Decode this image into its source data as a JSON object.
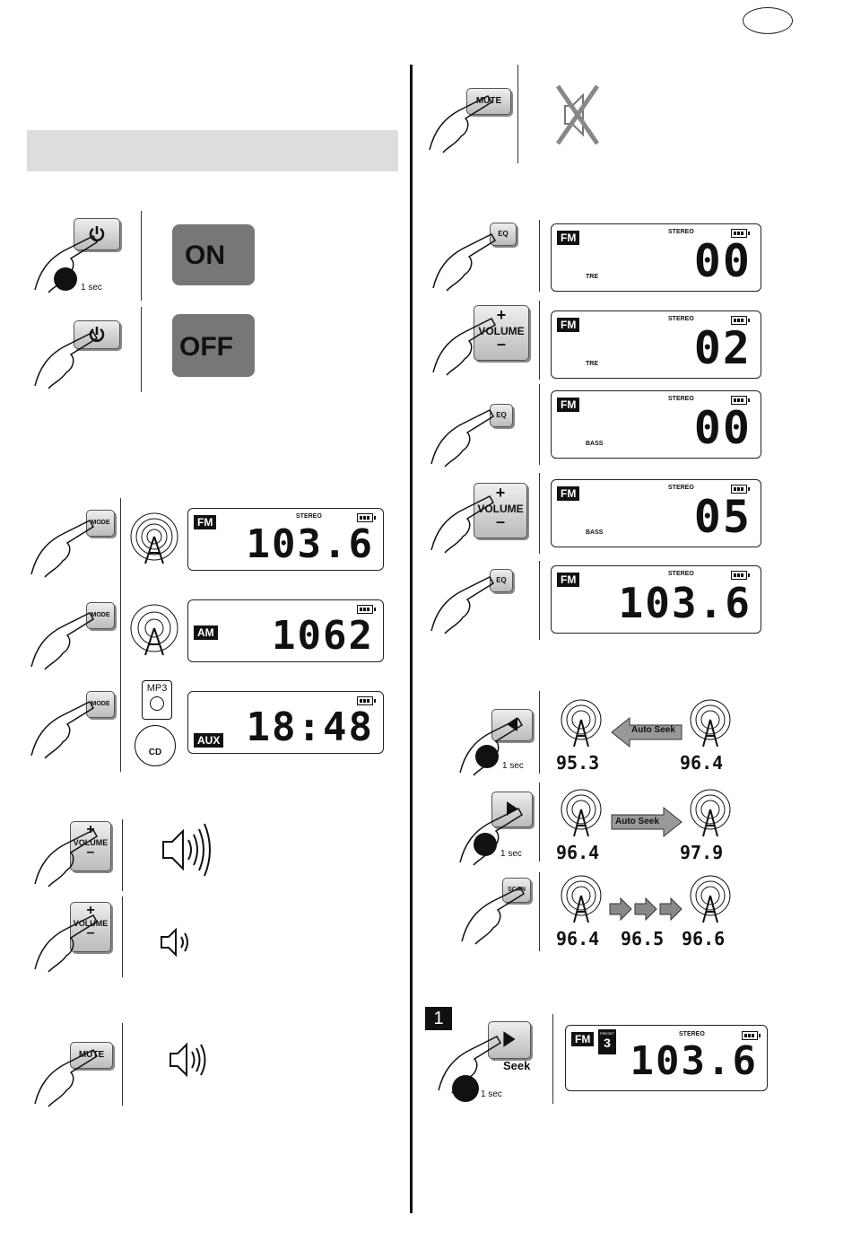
{
  "language_badge": "",
  "power": {
    "hold_time": "1 sec",
    "on_label": "ON",
    "off_label": "OFF"
  },
  "mode": {
    "button_label": "MODE",
    "screens": [
      {
        "mode": "FM",
        "stereo": "STEREO",
        "value": "103.6"
      },
      {
        "mode": "AM",
        "stereo": "",
        "value": "1062"
      },
      {
        "mode": "AUX",
        "stereo": "",
        "value": "18:48"
      }
    ],
    "mp3_label": "MP3",
    "cd_label": "CD"
  },
  "volume": {
    "plus": "+",
    "label": "VOLUME",
    "minus": "–"
  },
  "mute": {
    "label": "MUTE"
  },
  "eq": {
    "button_label": "EQ",
    "screens": [
      {
        "mode": "FM",
        "stereo": "STEREO",
        "sub": "TRE",
        "value": "00"
      },
      {
        "mode": "FM",
        "stereo": "STEREO",
        "sub": "TRE",
        "value": "02"
      },
      {
        "mode": "FM",
        "stereo": "STEREO",
        "sub": "BASS",
        "value": "00"
      },
      {
        "mode": "FM",
        "stereo": "STEREO",
        "sub": "BASS",
        "value": "05"
      },
      {
        "mode": "FM",
        "stereo": "STEREO",
        "sub": "",
        "value": "103.6"
      }
    ]
  },
  "seek": {
    "hold_time": "1 sec",
    "auto_seek_label": "Auto Seek",
    "scan_label": "SCAN",
    "back": {
      "from": "96.4",
      "to": "95.3"
    },
    "forward": {
      "from": "96.4",
      "to": "97.9"
    },
    "scan": [
      "96.4",
      "96.5",
      "96.6"
    ]
  },
  "preset": {
    "step": "1",
    "seek_label": "Seek",
    "hold_time": "1 sec",
    "mode": "FM",
    "preset_tag": "PRESET",
    "preset_number": "3",
    "stereo": "STEREO",
    "value": "103.6"
  }
}
